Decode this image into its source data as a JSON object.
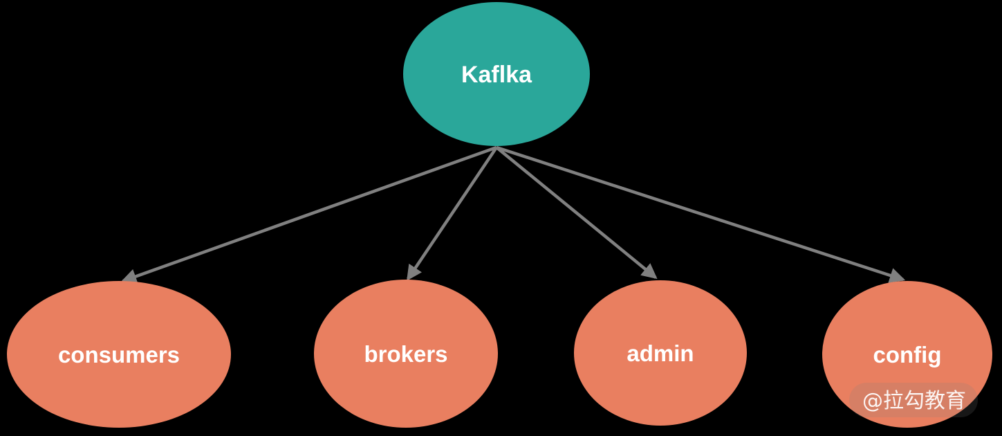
{
  "diagram": {
    "root_node": {
      "label": "Kaflka"
    },
    "child_nodes": [
      {
        "label": "consumers"
      },
      {
        "label": "brokers"
      },
      {
        "label": "admin"
      },
      {
        "label": "config"
      }
    ],
    "colors": {
      "background": "#000000",
      "root_fill": "#2aa79a",
      "child_fill": "#e97f60",
      "arrow": "#808080",
      "label_text": "#ffffff"
    },
    "watermark": {
      "text": "@拉勾教育"
    }
  }
}
